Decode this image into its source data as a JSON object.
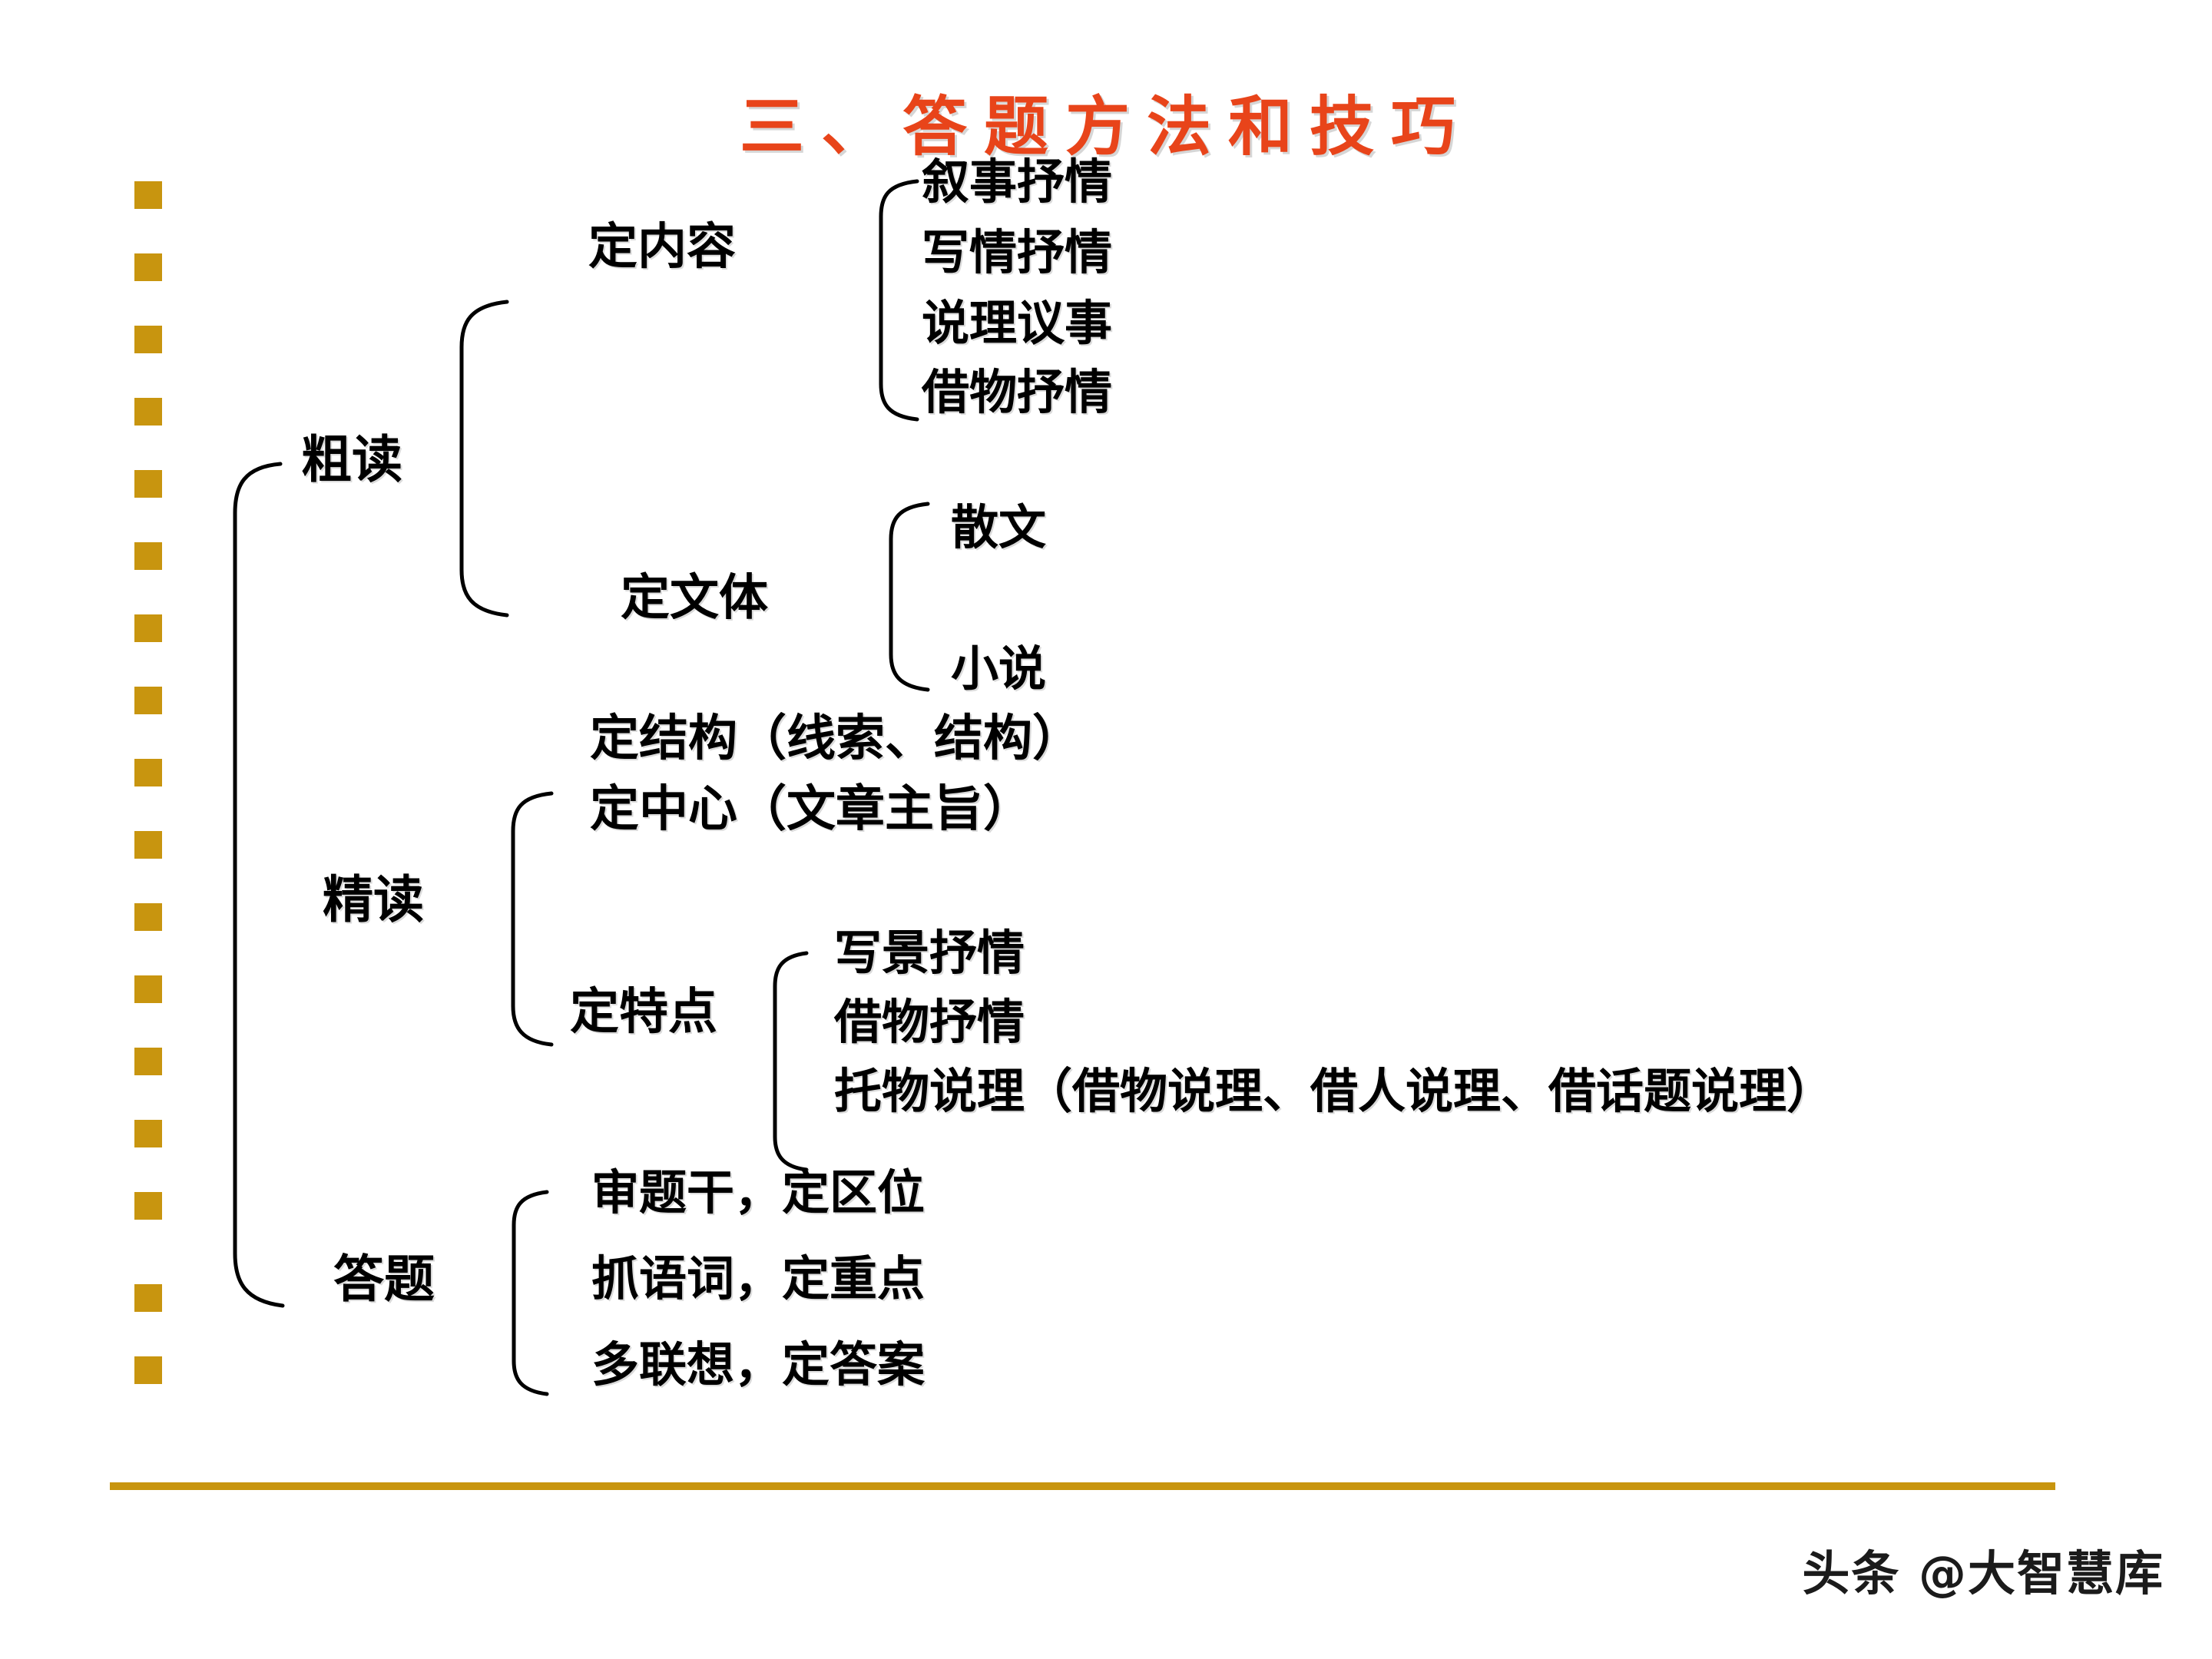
{
  "slide": {
    "title": "三、答题方法和技巧",
    "title_color": "#E8441A",
    "accent_color": "#C8950F",
    "background_color": "#FFFFFF",
    "watermark": "头条 @大智慧库"
  },
  "diagram_data": {
    "type": "tree",
    "root_label": "三、答题方法和技巧",
    "branches": [
      {
        "label": "粗读",
        "children": [
          {
            "label": "定内容",
            "children": [
              {
                "label": "叙事抒情"
              },
              {
                "label": "写情抒情"
              },
              {
                "label": "说理议事"
              },
              {
                "label": "借物抒情"
              }
            ]
          },
          {
            "label": "定文体",
            "children": [
              {
                "label": "散文"
              },
              {
                "label": "小说"
              }
            ]
          }
        ]
      },
      {
        "label": "精读",
        "children": [
          {
            "label": "定结构（线索、结构）"
          },
          {
            "label": "定中心（文章主旨）"
          },
          {
            "label": "定特点",
            "children": [
              {
                "label": "写景抒情"
              },
              {
                "label": "借物抒情"
              },
              {
                "label": "托物说理（借物说理、借人说理、借话题说理）"
              }
            ]
          }
        ]
      },
      {
        "label": "答题",
        "children": [
          {
            "label": "审题干，定区位"
          },
          {
            "label": "抓语词，定重点"
          },
          {
            "label": "多联想，定答案"
          }
        ]
      }
    ]
  },
  "nodes": {
    "cudu": "粗读",
    "jingdu": "精读",
    "datifinal": "答题",
    "ding_neirong": "定内容",
    "ding_wenti": "定文体",
    "ding_tedian": "定特点",
    "ding_jiegou": "定结构（线索、结构）",
    "ding_zhongxin": "定中心（文章主旨）",
    "xushi_shuqing": "叙事抒情",
    "xieqing_shuqing": "写情抒情",
    "shuoli_yishi": "说理议事",
    "jiewu_shuqing": "借物抒情",
    "sanwen": "散文",
    "xiaoshuo": "小说",
    "xiejing_shuqing": "写景抒情",
    "jiewu_shuqing2": "借物抒情",
    "tuowu_shuoli": "托物说理（借物说理、借人说理、借话题说理）",
    "shen_timu": "审题干，定区位",
    "zhua_yuci": "抓语词，定重点",
    "duo_lianxiang": "多联想，定答案"
  },
  "decorations": {
    "gold_square_count": 17,
    "bullet_icon_name": "gold-square-bullet"
  }
}
